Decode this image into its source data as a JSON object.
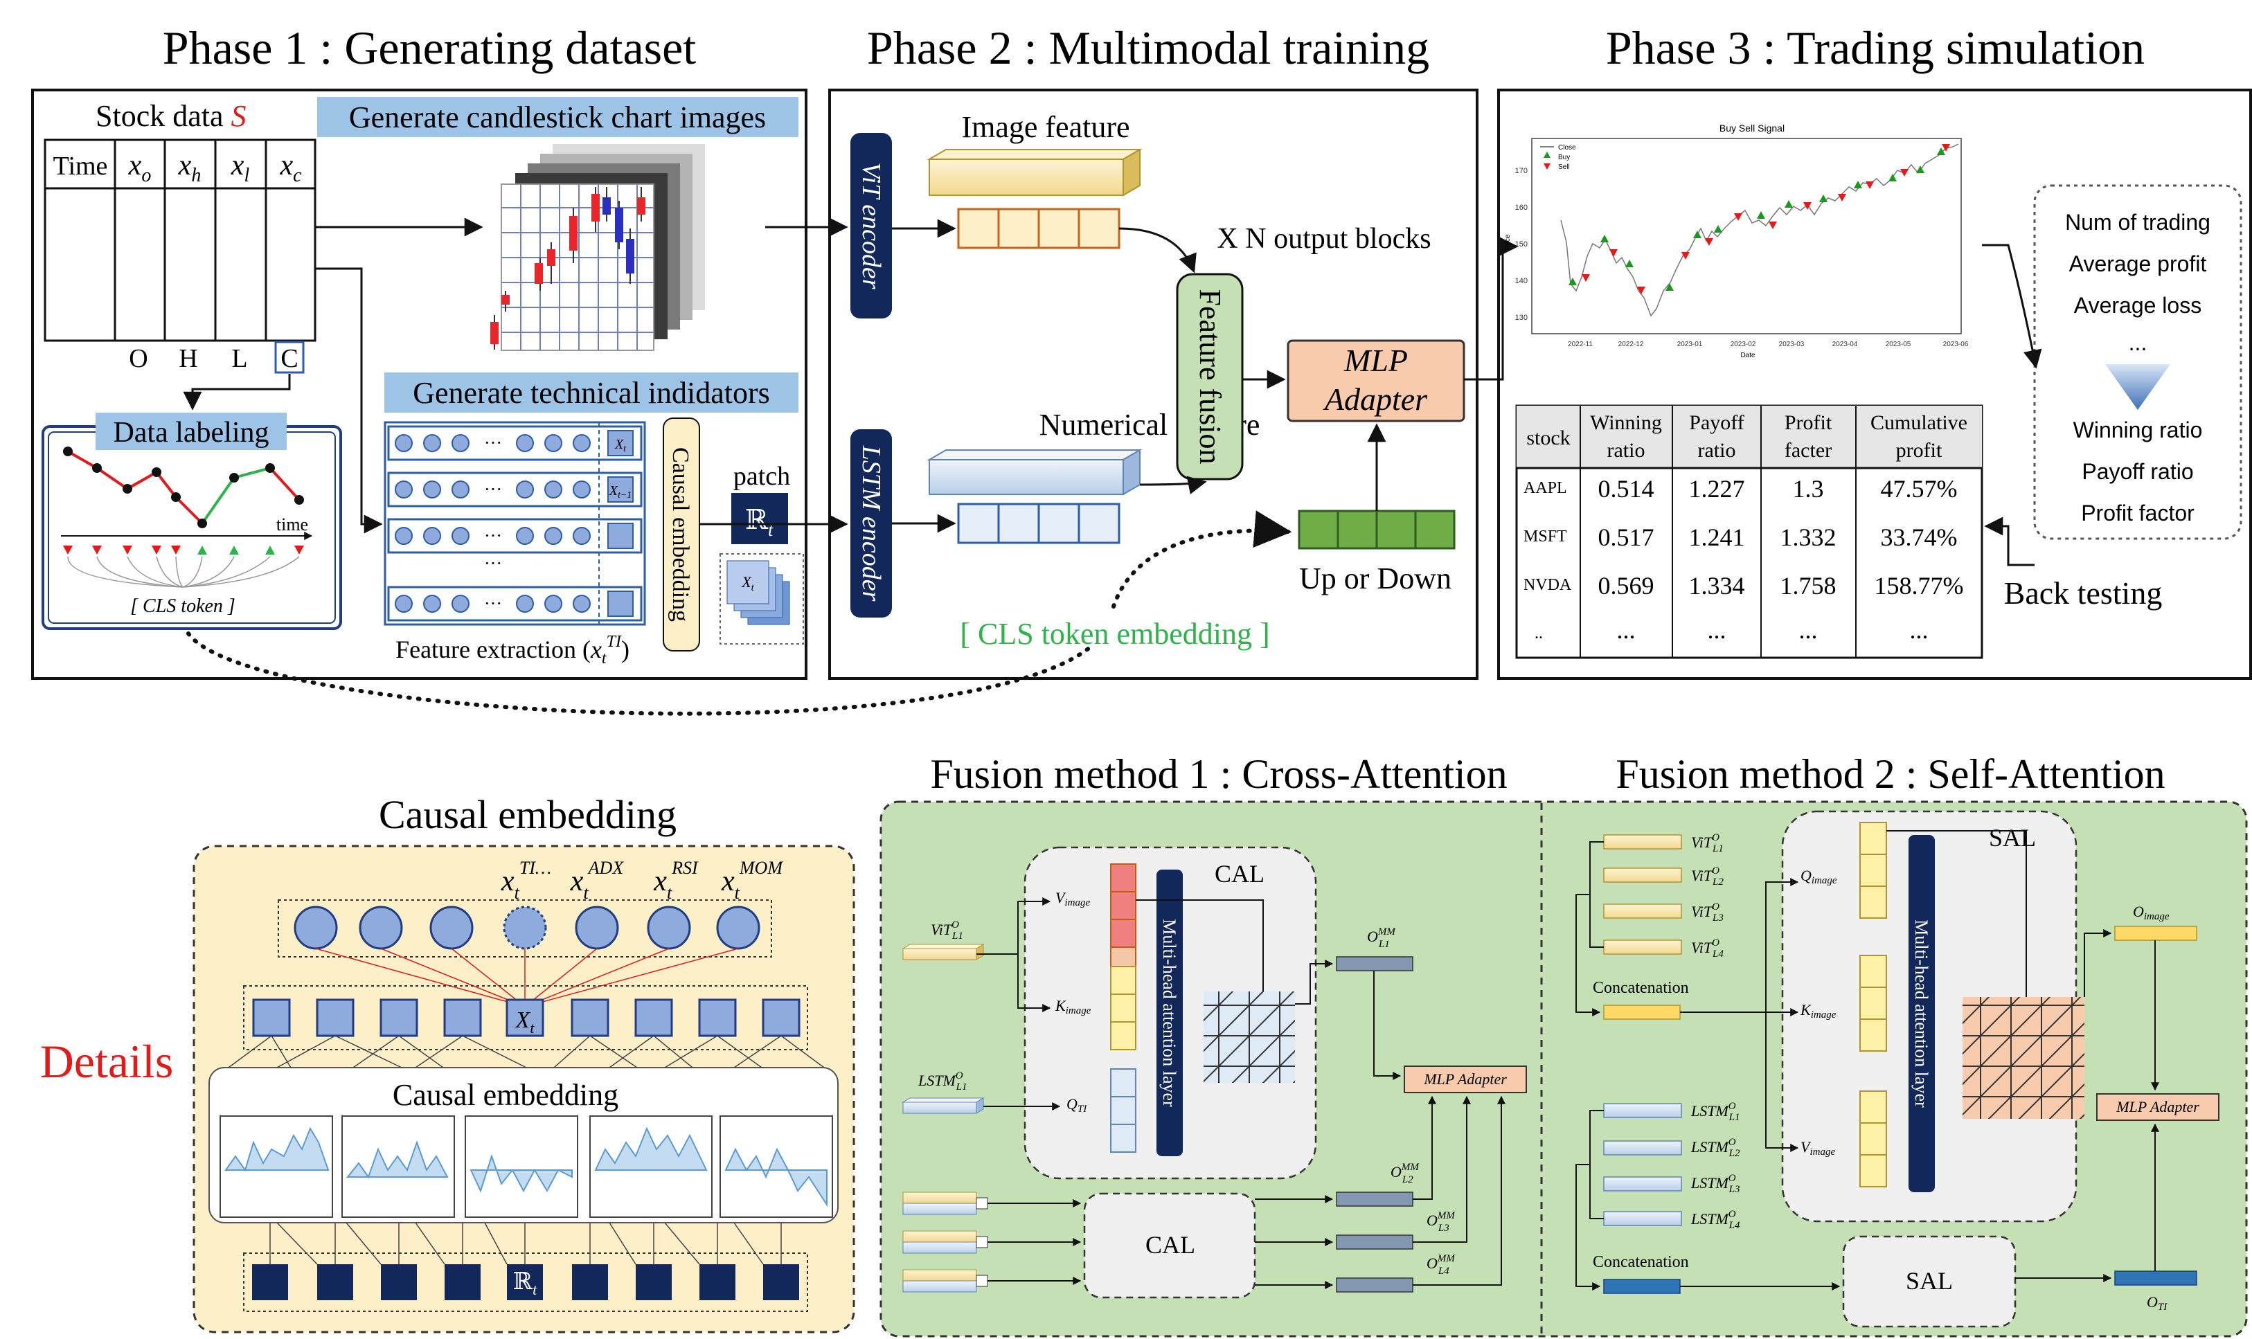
{
  "phase1": {
    "title": "Phase 1 : Generating dataset",
    "stock_data_label": "Stock data",
    "stock_symbol": "S",
    "table_headers": [
      "Time",
      "x_o",
      "x_h",
      "x_l",
      "x_c"
    ],
    "ohlc_letters": [
      "O",
      "H",
      "L",
      "C"
    ],
    "gen_candle_label": "Generate candlestick chart images",
    "gen_ti_label": "Generate technical indidators",
    "data_labeling": "Data labeling",
    "time_label": "time",
    "cls_token": "[ CLS token ]",
    "feature_extraction": "Feature extraction (x_t^TI)",
    "causal_embedding_vertical": "Causal embedding",
    "patch": "patch",
    "dots": "..."
  },
  "phase2": {
    "title": "Phase 2 : Multimodal training",
    "vit_encoder": "ViT encoder",
    "lstm_encoder": "LSTM encoder",
    "image_feature": "Image feature",
    "numerical_feature": "Numerical feature",
    "n_output_blocks": "X N output blocks",
    "feature_fusion": "Feature fusion",
    "mlp_adapter_line1": "MLP",
    "mlp_adapter_line2": "Adapter",
    "up_or_down": "Up or Down",
    "cls_embedding": "[ CLS token embedding ]"
  },
  "phase3": {
    "title": "Phase 3 : Trading simulation",
    "chart_title": "Buy Sell Signal",
    "legend": [
      "Close",
      "Buy",
      "Sell"
    ],
    "x_axis_label": "Date",
    "x_ticks": [
      "2022-11",
      "2022-12",
      "2023-01",
      "2023-02",
      "2023-03",
      "2023-04",
      "2023-05",
      "2023-06"
    ],
    "y_ticks": [
      "130",
      "140",
      "150",
      "160",
      "170"
    ],
    "y_axis_label": "Price",
    "metrics_top": [
      "Num of trading",
      "Average profit",
      "Average loss",
      "..."
    ],
    "metrics_bottom": [
      "Winning ratio",
      "Payoff ratio",
      "Profit factor"
    ],
    "back_testing": "Back testing",
    "table": {
      "headers": [
        [
          "stock"
        ],
        [
          "Winning",
          "ratio"
        ],
        [
          "Payoff",
          "ratio"
        ],
        [
          "Profit",
          "facter"
        ],
        [
          "Cumulative",
          "profit"
        ]
      ],
      "rows": [
        [
          "AAPL",
          "0.514",
          "1.227",
          "1.3",
          "47.57%"
        ],
        [
          "MSFT",
          "0.517",
          "1.241",
          "1.332",
          "33.74%"
        ],
        [
          "NVDA",
          "0.569",
          "1.334",
          "1.758",
          "158.77%"
        ],
        [
          "..",
          "...",
          "...",
          "...",
          "..."
        ]
      ]
    }
  },
  "details": {
    "label": "Details",
    "causal_title": "Causal embedding",
    "causal_inner": "Causal embedding",
    "ti_labels": [
      "x_t^TI...",
      "x_t^ADX",
      "x_t^RSI",
      "x_t^MOM"
    ]
  },
  "fusion1": {
    "title": "Fusion method 1 : Cross-Attention",
    "cal": "CAL",
    "v_image": "V_image",
    "k_image": "K_image",
    "q_ti": "Q_TI",
    "mha": "Multi-head attention layer",
    "vit_input": "ViT^O_L1",
    "lstm_input": "LSTM^O_L1",
    "outputs": [
      "O^MM_L1",
      "O^MM_L2",
      "O^MM_L3",
      "O^MM_L4"
    ],
    "mlp_adapter": "MLP Adapter"
  },
  "fusion2": {
    "title": "Fusion method 2 : Self-Attention",
    "sal": "SAL",
    "vit_labels": [
      "ViT^O_L1",
      "ViT^O_L2",
      "ViT^O_L3",
      "ViT^O_L4"
    ],
    "lstm_labels": [
      "LSTM^O_L1",
      "LSTM^O_L2",
      "LSTM^O_L3",
      "LSTM^O_L4"
    ],
    "concatenation": "Concatenation",
    "q_image": "Q_image",
    "k_image": "K_image",
    "v_image": "V_image",
    "mha": "Multi-head attention layer",
    "o_image": "O_image",
    "o_ti": "O_TI",
    "mlp_adapter": "MLP Adapter"
  },
  "colors": {
    "navy": "#13285a",
    "light_blue_label": "#9dc3e6",
    "mlp_orange": "#f8cbad",
    "fusion_green": "#c5e0b4",
    "causal_yellow": "#fdf0c9",
    "cls_green": "#2db34a",
    "red_text": "#e31a1a"
  }
}
